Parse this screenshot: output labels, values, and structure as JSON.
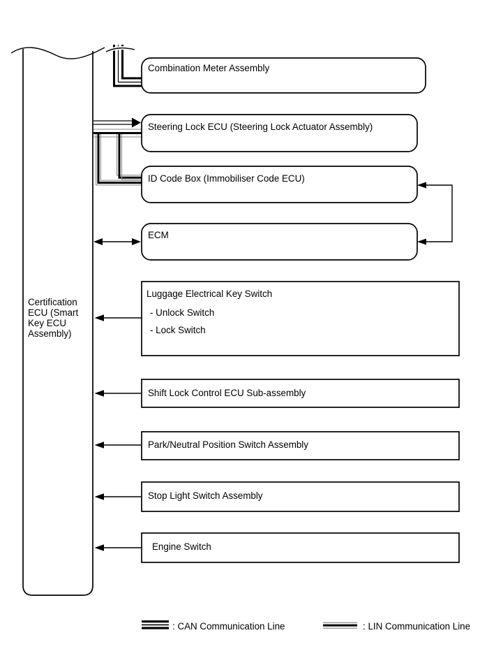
{
  "diagram": {
    "left_box": {
      "label_lines": [
        "Certification",
        "ECU (Smart",
        "Key ECU",
        "Assembly)"
      ]
    },
    "boxes": [
      {
        "id": "combination-meter",
        "label": "Combination Meter Assembly"
      },
      {
        "id": "steering-lock-ecu",
        "label": "Steering Lock ECU (Steering Lock Actuator Assembly)"
      },
      {
        "id": "id-code-box",
        "label": "ID Code Box (Immobiliser Code ECU)"
      },
      {
        "id": "ecm",
        "label": "ECM"
      },
      {
        "id": "luggage-electrical-key-switch",
        "label": "Luggage Electrical Key Switch",
        "sub_items": [
          "- Unlock Switch",
          "- Lock Switch"
        ]
      },
      {
        "id": "shift-lock-control-ecu",
        "label": "Shift Lock Control ECU Sub-assembly"
      },
      {
        "id": "park-neutral-position-switch",
        "label": "Park/Neutral Position Switch Assembly"
      },
      {
        "id": "stop-light-switch",
        "label": "Stop Light Switch Assembly"
      },
      {
        "id": "engine-switch",
        "label": "Engine Switch"
      }
    ],
    "legend": {
      "can_label": ": CAN Communication Line",
      "lin_label": ": LIN Communication Line"
    },
    "colors": {
      "line_black": "#000000",
      "lin_gray": "#8a8a8a",
      "background": "#ffffff"
    }
  }
}
